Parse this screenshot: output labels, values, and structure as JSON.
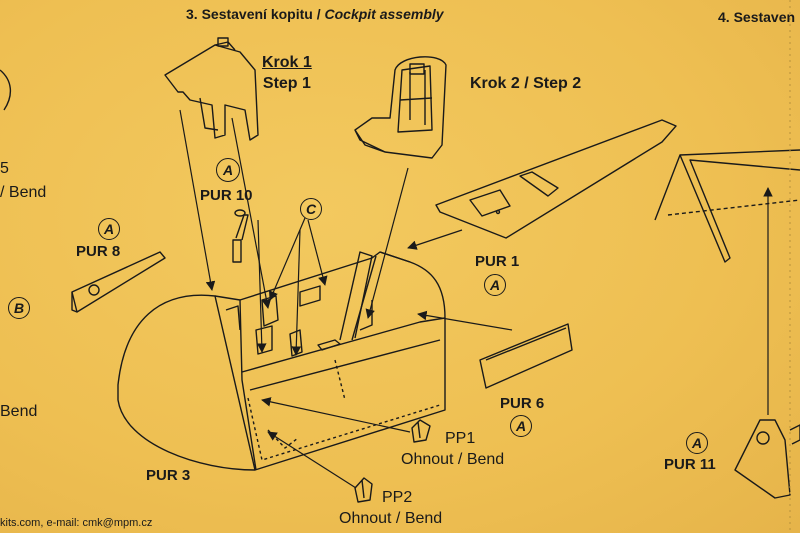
{
  "header": {
    "section3_cz": "3. Sestavení kopitu /",
    "section3_en": "Cockpit assembly",
    "section4": "4. Sestaven"
  },
  "steps": {
    "step1_cz": "Krok 1",
    "step1_en": "Step 1",
    "step2": "Krok 2 / Step 2"
  },
  "parts": {
    "pur10": "PUR 10",
    "pur8": "PUR 8",
    "pur1": "PUR 1",
    "pur6": "PUR 6",
    "pur3": "PUR 3",
    "pur11": "PUR 11",
    "pp1": "PP1",
    "pp2": "PP2",
    "bend_pp1": "Ohnout / Bend",
    "bend_pp2": "Ohnout / Bend"
  },
  "circled_letters": {
    "a": "A",
    "b": "B",
    "c": "C"
  },
  "left_edge": {
    "num": "5",
    "bend1": "/ Bend",
    "bend2": "Bend"
  },
  "footer": {
    "contact": "kits.com, e-mail: cmk@mpm.cz"
  },
  "colors": {
    "paper": "#f0c45a",
    "ink": "#1a1a1a"
  }
}
